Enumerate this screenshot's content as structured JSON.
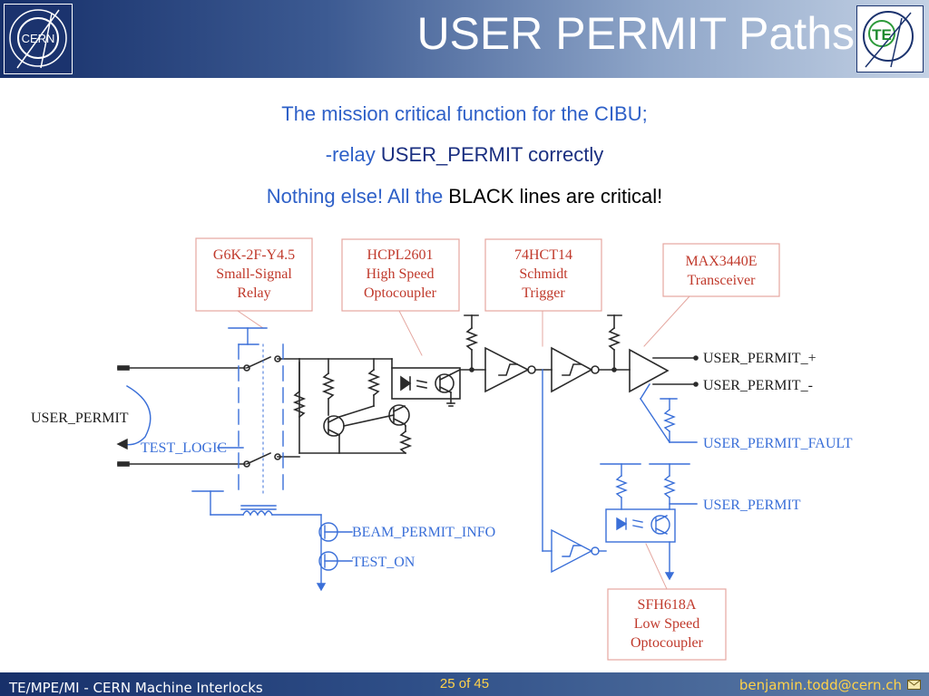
{
  "header": {
    "title": "USER PERMIT Paths",
    "te_logo_text": "TE",
    "cern_logo_text": "CERN"
  },
  "intro": {
    "line1": "The mission critical function for the CIBU;",
    "line2_prefix": "-relay ",
    "line2_highlight": "USER_PERMIT correctly",
    "line3_prefix": "Nothing else! All the ",
    "line3_highlight": "BLACK lines are critical!"
  },
  "components": {
    "relay": {
      "line1": "G6K-2F-Y4.5",
      "line2": "Small-Signal",
      "line3": "Relay"
    },
    "opto_high": {
      "line1": "HCPL2601",
      "line2": "High Speed",
      "line3": "Optocoupler"
    },
    "schmitt": {
      "line1": "74HCT14",
      "line2": "Schmidt",
      "line3": "Trigger"
    },
    "transceiver": {
      "line1": "MAX3440E",
      "line2": "Transceiver"
    },
    "opto_low": {
      "line1": "SFH618A",
      "line2": "Low Speed",
      "line3": "Optocoupler"
    }
  },
  "signals": {
    "user_permit_in": "USER_PERMIT",
    "test_logic": "TEST_LOGIC",
    "beam_permit_info": "BEAM_PERMIT_INFO",
    "test_on": "TEST_ON",
    "user_permit_plus": "USER_PERMIT_+",
    "user_permit_minus": "USER_PERMIT_-",
    "user_permit_fault": "USER_PERMIT_FAULT",
    "user_permit_out": "USER_PERMIT"
  },
  "footer": {
    "left": "TE/MPE/MI - CERN Machine Interlocks",
    "page": "25 of 45",
    "email": "benjamin.todd@cern.ch"
  },
  "colors": {
    "header_dark": "#17306a",
    "intro_blue": "#2e60c8",
    "intro_dark": "#1a2f80",
    "circuit_blue": "#3a6fd8",
    "label_red": "#c0392b",
    "footer_gold": "#ffd24a"
  },
  "icons": [
    "cern-logo-icon",
    "te-logo-icon",
    "mail-icon"
  ]
}
